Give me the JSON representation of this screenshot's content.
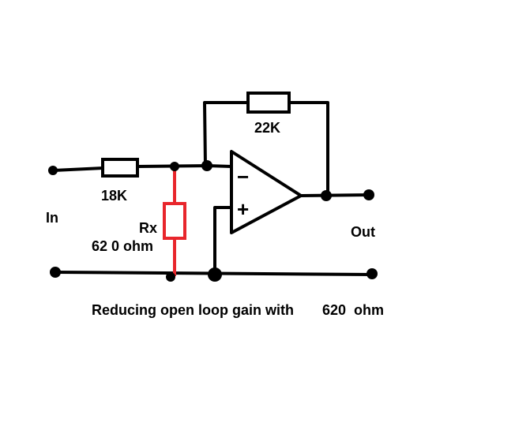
{
  "diagram": {
    "labels": {
      "r_feedback": "22K",
      "r_input": "18K",
      "input": "In",
      "rx_name": "Rx",
      "rx_value": "62 0 ohm",
      "output": "Out",
      "caption_text": "Reducing open loop gain with",
      "caption_value": "620  ohm"
    },
    "opamp_symbols": {
      "inverting": "−",
      "non_inverting": "+"
    },
    "colors": {
      "wire": "#000000",
      "rx_highlight": "#e8262c",
      "background": "#ffffff"
    }
  }
}
